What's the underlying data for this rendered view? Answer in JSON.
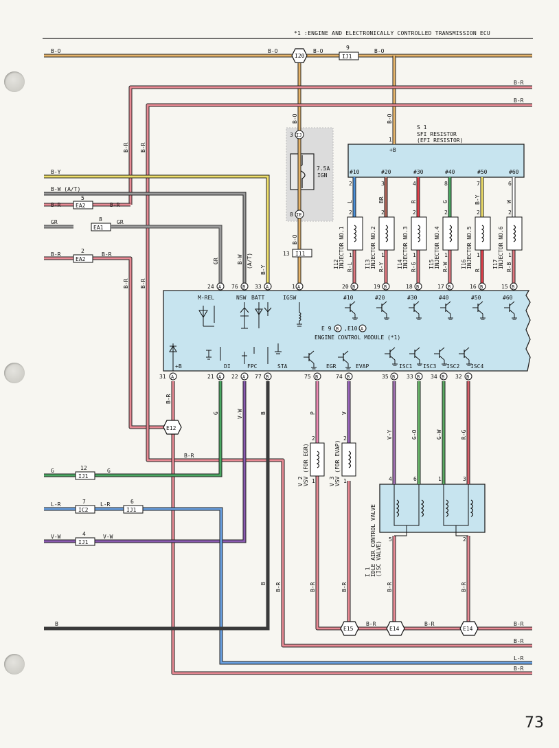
{
  "header": {
    "title": "*1 :ENGINE AND ELECTRONICALLY CONTROLLED TRANSMISSION ECU"
  },
  "page_number": "73",
  "colors": {
    "B-O": "#d8a25a",
    "B-R": "#c84a52",
    "B-Y": "#e0cf52",
    "B-W": "#777777",
    "GR": "#8f8f8f",
    "G": "#3c9a56",
    "V-W": "#7a4a9e",
    "L-R": "#5a8fd0",
    "B": "#3a3a3a",
    "P": "#e07aa6",
    "V": "#8a5aae",
    "L": "#4a8fd8",
    "BR": "#b06458",
    "R": "#e0404a",
    "G-O": "#5aaa5a",
    "G-W": "#6ab06a",
    "R-G": "#c8505a",
    "V-Y": "#9a6aa6",
    "ecu_fill": "#c7e4ef",
    "fuse_bg": "#d9d9d9"
  },
  "wire_labels": {
    "bo": "B-O",
    "br": "B-R",
    "by": "B-Y",
    "bw": "B-W",
    "bw_at": "B-W (A/T)",
    "at": "(A/T)",
    "gr": "GR",
    "g": "G",
    "vw": "V-W",
    "lr": "L-R",
    "b": "B",
    "p": "P",
    "v": "V",
    "l": "L",
    "brn": "BR",
    "r": "R",
    "ry": "R-Y",
    "rg": "R-G",
    "rw": "R-W",
    "rl": "R-L",
    "rb": "R-B",
    "go": "G-O",
    "gw": "G-W",
    "vy": "V-Y",
    "w": "W",
    "b_y": "B-Y"
  },
  "connectors": {
    "I20": "I20",
    "IJ1": "IJ1",
    "EA2": "EA2",
    "EA1": "EA1",
    "IC2": "IC2",
    "E12": "E12",
    "E15": "E15",
    "E14": "E14",
    "I11": "I11",
    "IJ": "IJ",
    "IE": "IE"
  },
  "pins": {
    "p9": "9",
    "p5": "5",
    "p8": "8",
    "p2": "2",
    "p12": "12",
    "p7": "7",
    "p4": "4",
    "p3": "3",
    "p13": "13",
    "p1": "1",
    "p6": "6",
    "p24": "24",
    "p76": "76",
    "p33": "33",
    "p20": "20",
    "p19": "19",
    "p18": "18",
    "p17": "17",
    "p16": "16",
    "p15": "15",
    "p31": "31",
    "p21": "21",
    "p22": "22",
    "p77": "77",
    "p75": "75",
    "p74": "74",
    "p35": "35",
    "p34": "34",
    "p32": "32"
  },
  "letters": {
    "A": "A",
    "B": "B"
  },
  "fuse": {
    "rating": "7.5A",
    "name": "IGN"
  },
  "resistor": {
    "id": "S 1",
    "name": "SFI RESISTOR",
    "alt": "(EFI RESISTOR)",
    "plus": "+B"
  },
  "resistor_terms": [
    "#10",
    "#20",
    "#30",
    "#40",
    "#50",
    "#60"
  ],
  "injectors": [
    {
      "id": "I12",
      "name": "INJECTOR NO.1"
    },
    {
      "id": "I13",
      "name": "INJECTOR NO.2"
    },
    {
      "id": "I14",
      "name": "INJECTOR NO.3"
    },
    {
      "id": "I15",
      "name": "INJECTOR NO.4"
    },
    {
      "id": "I16",
      "name": "INJECTOR NO.5"
    },
    {
      "id": "I17",
      "name": "INJECTOR NO.6"
    }
  ],
  "ecm": {
    "name": "ENGINE CONTROL MODULE (*1)",
    "conn_e": "E 9",
    "conn_e10": "E10",
    "terms_top": [
      "M-REL",
      "NSW",
      "BATT",
      "IGSW",
      "#10",
      "#20",
      "#30",
      "#40",
      "#50",
      "#60"
    ],
    "terms_bottom": [
      "+B",
      "DI",
      "FPC",
      "STA",
      "EGR",
      "EVAP",
      "ISC1",
      "ISC3",
      "ISC2",
      "ISC4"
    ]
  },
  "vsv": [
    {
      "id": "V 2",
      "name": "VSV (FOR EGR)"
    },
    {
      "id": "V 3",
      "name": "VSV (FOR EVAP)"
    }
  ],
  "isc": {
    "id": "I 1",
    "name": "IDLE AIR CONTROL VALVE",
    "alt": "(ISC VALVE)"
  }
}
